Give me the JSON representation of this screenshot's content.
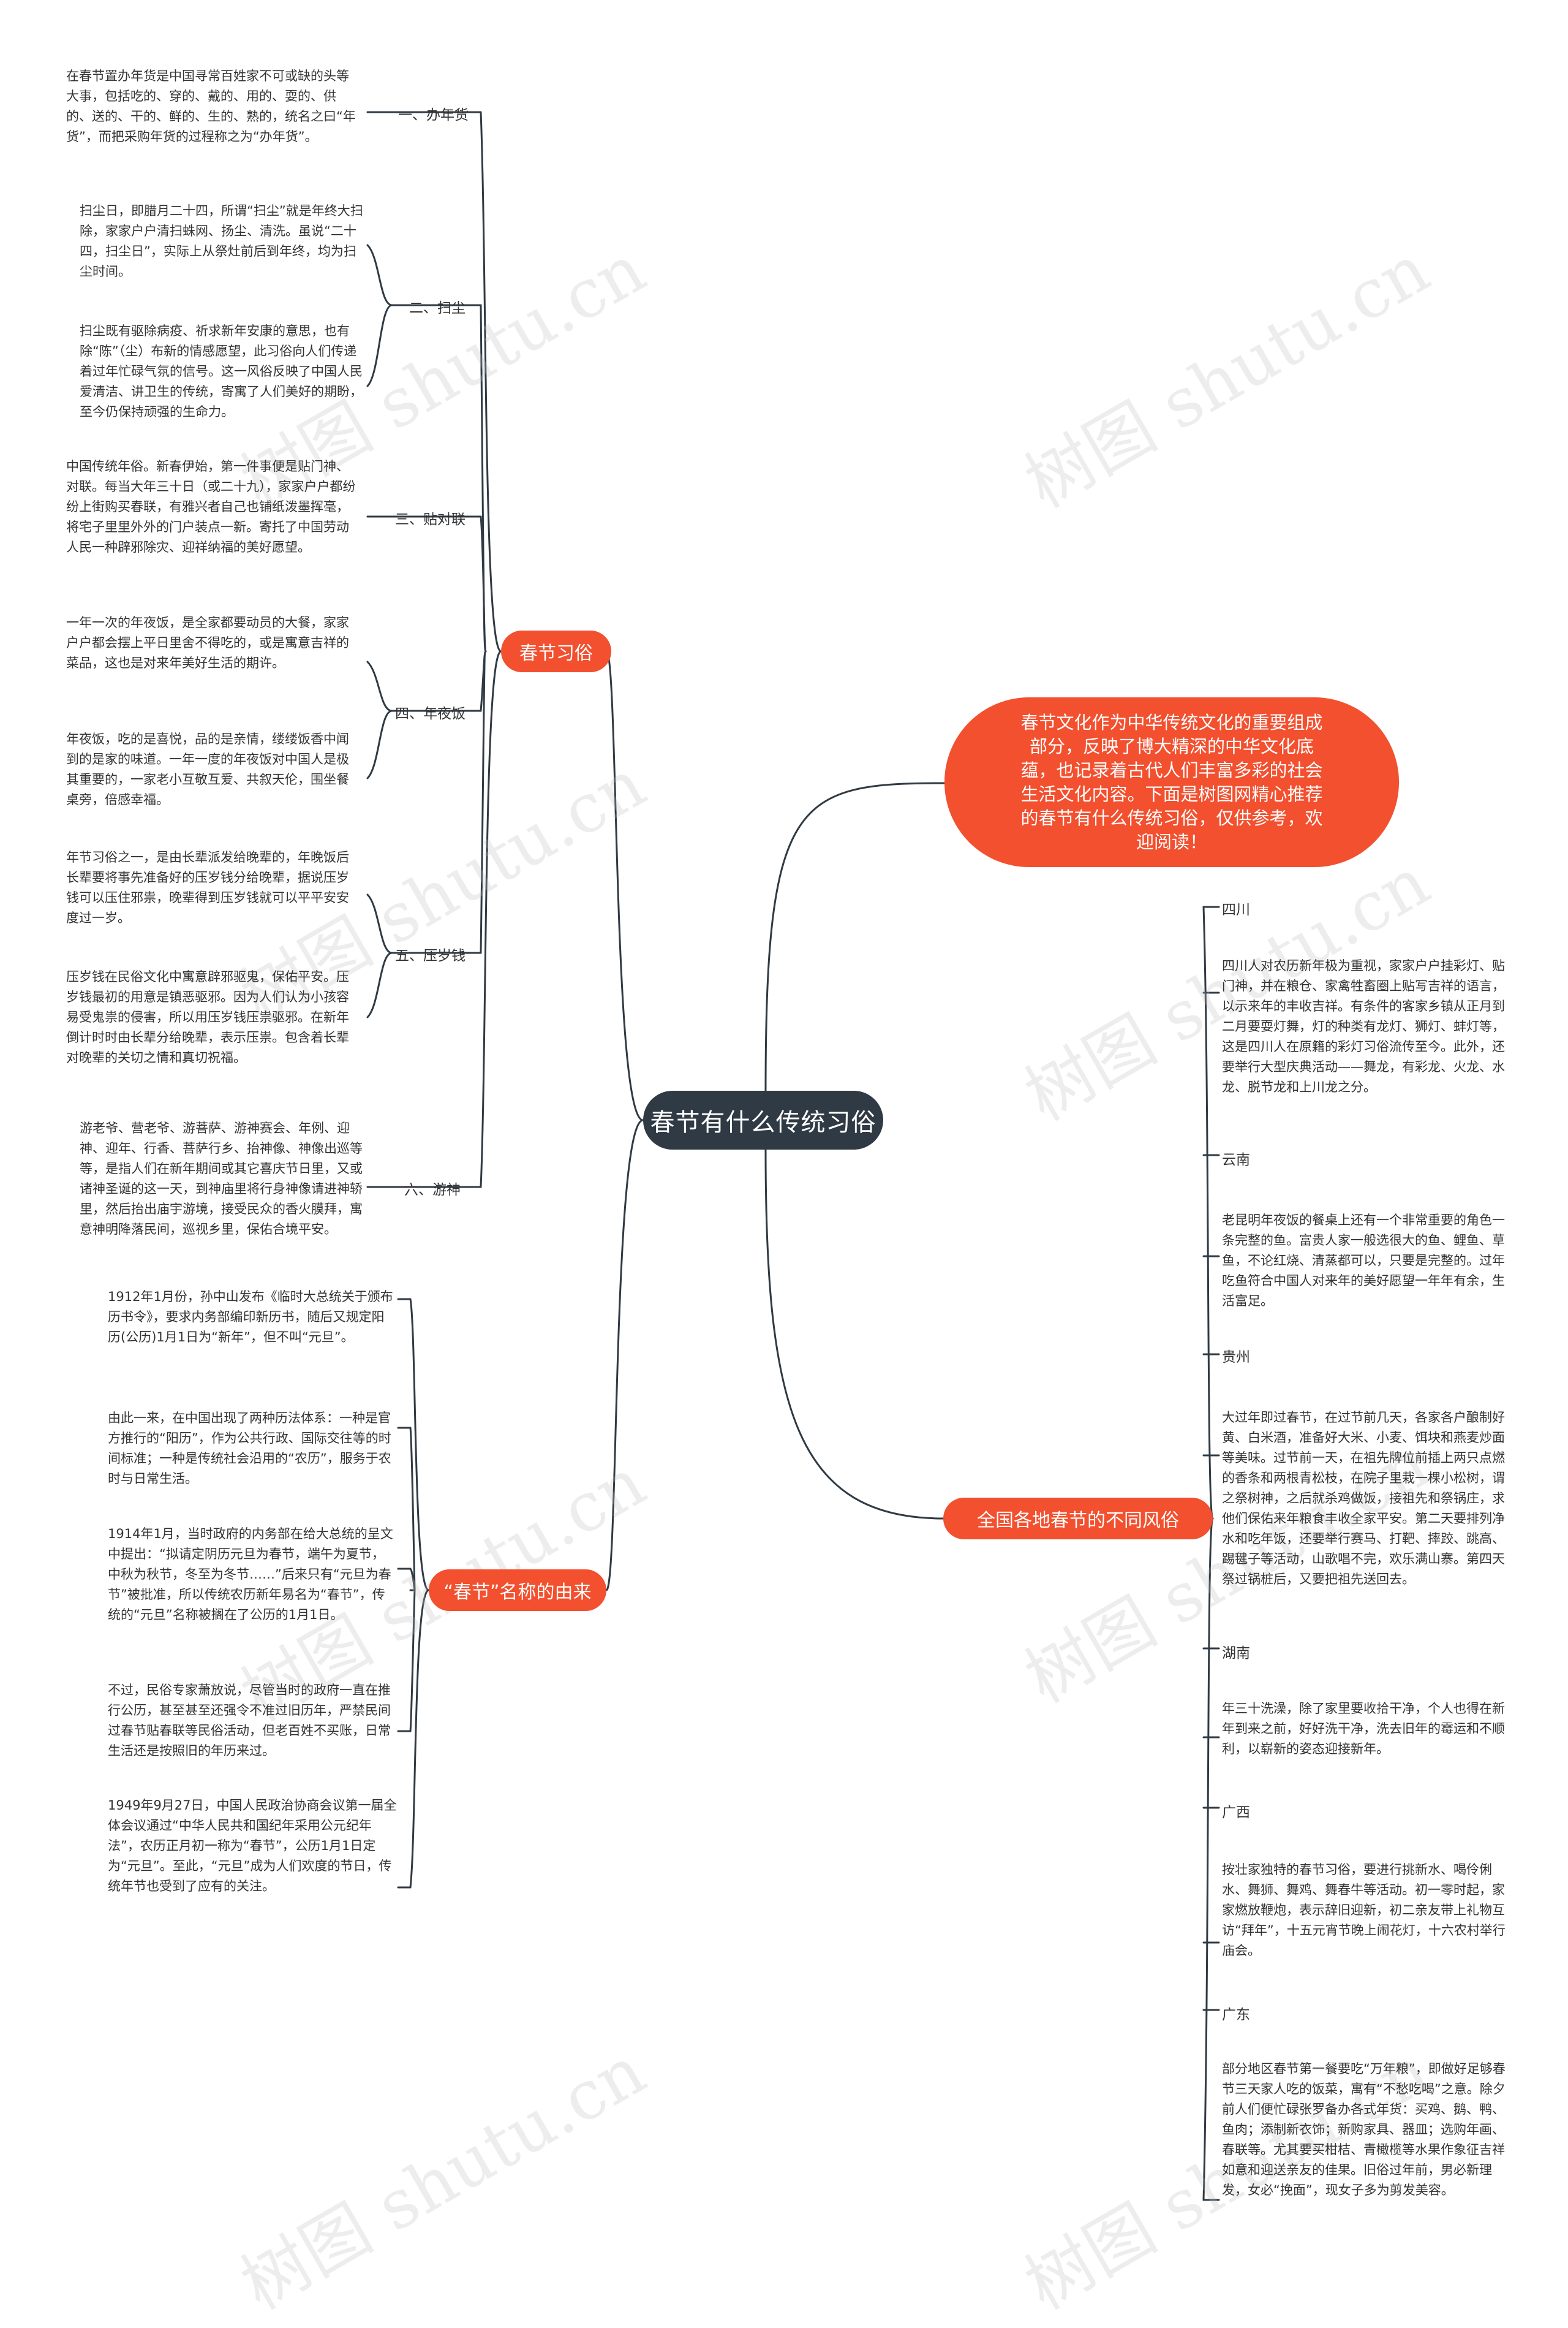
{
  "watermark": "树图 shutu.cn",
  "root": "春节有什么传统习俗",
  "intro": "春节文化作为中华传统文化的重要组成部分，反映了博大精深的中华文化底蕴，也记录着古代人们丰富多彩的社会生活文化内容。下面是树图网精心推荐的春节有什么传统习俗，仅供参考，欢迎阅读！",
  "customs": {
    "title": "春节习俗",
    "items": [
      {
        "label": "一、办年货",
        "texts": [
          "在春节置办年货是中国寻常百姓家不可或缺的头等大事，包括吃的、穿的、戴的、用的、耍的、供的、送的、干的、鲜的、生的、熟的，统名之曰“年货”，而把采购年货的过程称之为“办年货”。"
        ]
      },
      {
        "label": "二、扫尘",
        "texts": [
          "扫尘日，即腊月二十四，所谓“扫尘”就是年终大扫除，家家户户清扫蛛网、扬尘、清洗。虽说“二十四，扫尘日”，实际上从祭灶前后到年终，均为扫尘时间。",
          "扫尘既有驱除病疫、祈求新年安康的意思，也有除“陈”（尘）布新的情感愿望，此习俗向人们传递着过年忙碌气氛的信号。这一风俗反映了中国人民爱清洁、讲卫生的传统，寄寓了人们美好的期盼，至今仍保持顽强的生命力。"
        ]
      },
      {
        "label": "三、贴对联",
        "texts": [
          "中国传统年俗。新春伊始，第一件事便是贴门神、对联。每当大年三十日（或二十九），家家户户都纷纷上街购买春联，有雅兴者自己也铺纸泼墨挥毫，将宅子里里外外的门户装点一新。寄托了中国劳动人民一种辟邪除灾、迎祥纳福的美好愿望。"
        ]
      },
      {
        "label": "四、年夜饭",
        "texts": [
          "一年一次的年夜饭，是全家都要动员的大餐，家家户户都会摆上平日里舍不得吃的，或是寓意吉祥的菜品，这也是对来年美好生活的期许。",
          "年夜饭，吃的是喜悦，品的是亲情，缕缕饭香中闻到的是家的味道。一年一度的年夜饭对中国人是极其重要的，一家老小互敬互爱、共叙天伦，围坐餐桌旁，倍感幸福。"
        ]
      },
      {
        "label": "五、压岁钱",
        "texts": [
          "年节习俗之一，是由长辈派发给晚辈的，年晚饭后长辈要将事先准备好的压岁钱分给晚辈，据说压岁钱可以压住邪祟，晚辈得到压岁钱就可以平平安安度过一岁。",
          "压岁钱在民俗文化中寓意辟邪驱鬼，保佑平安。压岁钱最初的用意是镇恶驱邪。因为人们认为小孩容易受鬼祟的侵害，所以用压岁钱压祟驱邪。在新年倒计时时由长辈分给晚辈，表示压祟。包含着长辈对晚辈的关切之情和真切祝福。"
        ]
      },
      {
        "label": "六、游神",
        "texts": [
          "游老爷、营老爷、游菩萨、游神赛会、年例、迎神、迎年、行香、菩萨行乡、抬神像、神像出巡等等，是指人们在新年期间或其它喜庆节日里，又或诸神圣诞的这一天，到神庙里将行身神像请进神轿里，然后抬出庙宇游境，接受民众的香火膜拜，寓意神明降落民间，巡视乡里，保佑合境平安。"
        ]
      }
    ]
  },
  "origin": {
    "title": "“春节”名称的由来",
    "texts": [
      "1912年1月份，孙中山发布《临时大总统关于颁布历书令》，要求内务部编印新历书，随后又规定阳历(公历)1月1日为“新年”，但不叫“元旦”。",
      "由此一来，在中国出现了两种历法体系：一种是官方推行的“阳历”，作为公共行政、国际交往等的时间标准；一种是传统社会沿用的“农历”，服务于农时与日常生活。",
      "1914年1月，当时政府的内务部在给大总统的呈文中提出：“拟请定阴历元旦为春节，端午为夏节，中秋为秋节，冬至为冬节……”后来只有“元旦为春节”被批准，所以传统农历新年易名为“春节”，传统的“元旦”名称被搁在了公历的1月1日。",
      "不过，民俗专家萧放说，尽管当时的政府一直在推行公历，甚至甚至还强令不准过旧历年，严禁民间过春节贴春联等民俗活动，但老百姓不买账，日常生活还是按照旧的年历来过。",
      "1949年9月27日，中国人民政治协商会议第一届全体会议通过“中华人民共和国纪年采用公元纪年法”，农历正月初一称为“春节”，公历1月1日定为“元旦”。至此，“元旦”成为人们欢度的节日，传统年节也受到了应有的关注。"
    ]
  },
  "regional": {
    "title": "全国各地春节的不同风俗",
    "items": [
      {
        "label": "四川",
        "text": "四川人对农历新年极为重视，家家户户挂彩灯、贴门神，并在粮仓、家禽牲畜圈上贴写吉祥的语言，以示来年的丰收吉祥。有条件的客家乡镇从正月到二月要耍灯舞，灯的种类有龙灯、狮灯、蚌灯等，这是四川人在原籍的彩灯习俗流传至今。此外，还要举行大型庆典活动——舞龙，有彩龙、火龙、水龙、脱节龙和上川龙之分。"
      },
      {
        "label": "云南",
        "text": "老昆明年夜饭的餐桌上还有一个非常重要的角色一条完整的鱼。富贵人家一般选很大的鱼、鲤鱼、草鱼，不论红烧、清蒸都可以，只要是完整的。过年吃鱼符合中国人对来年的美好愿望一年年有余，生活富足。"
      },
      {
        "label": "贵州",
        "text": "大过年即过春节，在过节前几天，各家各户酿制好黄、白米酒，准备好大米、小麦、饵块和燕麦炒面等美味。过节前一天，在祖先牌位前插上两只点燃的香条和两根青松枝，在院子里栽一棵小松树，谓之祭树神，之后就杀鸡做饭，接祖先和祭锅庄，求他们保佑来年粮食丰收全家平安。第二天要排列净水和吃年饭，还要举行赛马、打靶、摔跤、跳高、踢毽子等活动，山歌唱不完，欢乐满山寨。第四天祭过锅桩后，又要把祖先送回去。"
      },
      {
        "label": "湖南",
        "text": "年三十洗澡，除了家里要收拾干净，个人也得在新年到来之前，好好洗干净，洗去旧年的霉运和不顺利，以崭新的姿态迎接新年。"
      },
      {
        "label": "广西",
        "text": "按壮家独特的春节习俗，要进行挑新水、喝伶俐水、舞狮、舞鸡、舞春牛等活动。初一零时起，家家燃放鞭炮，表示辞旧迎新，初二亲友带上礼物互访“拜年”，十五元宵节晚上闹花灯，十六农村举行庙会。"
      },
      {
        "label": "广东",
        "text": "部分地区春节第一餐要吃“万年粮”，即做好足够春节三天家人吃的饭菜，寓有“不愁吃喝”之意。除夕前人们便忙碌张罗备办各式年货：买鸡、鹅、鸭、鱼肉；添制新衣饰；新购家具、器皿；选购年画、春联等。尤其要买柑桔、青橄榄等水果作象征吉祥如意和迎送亲友的佳果。旧俗过年前，男必新理发，女必“挽面”，现女子多为剪发美容。"
      }
    ]
  }
}
